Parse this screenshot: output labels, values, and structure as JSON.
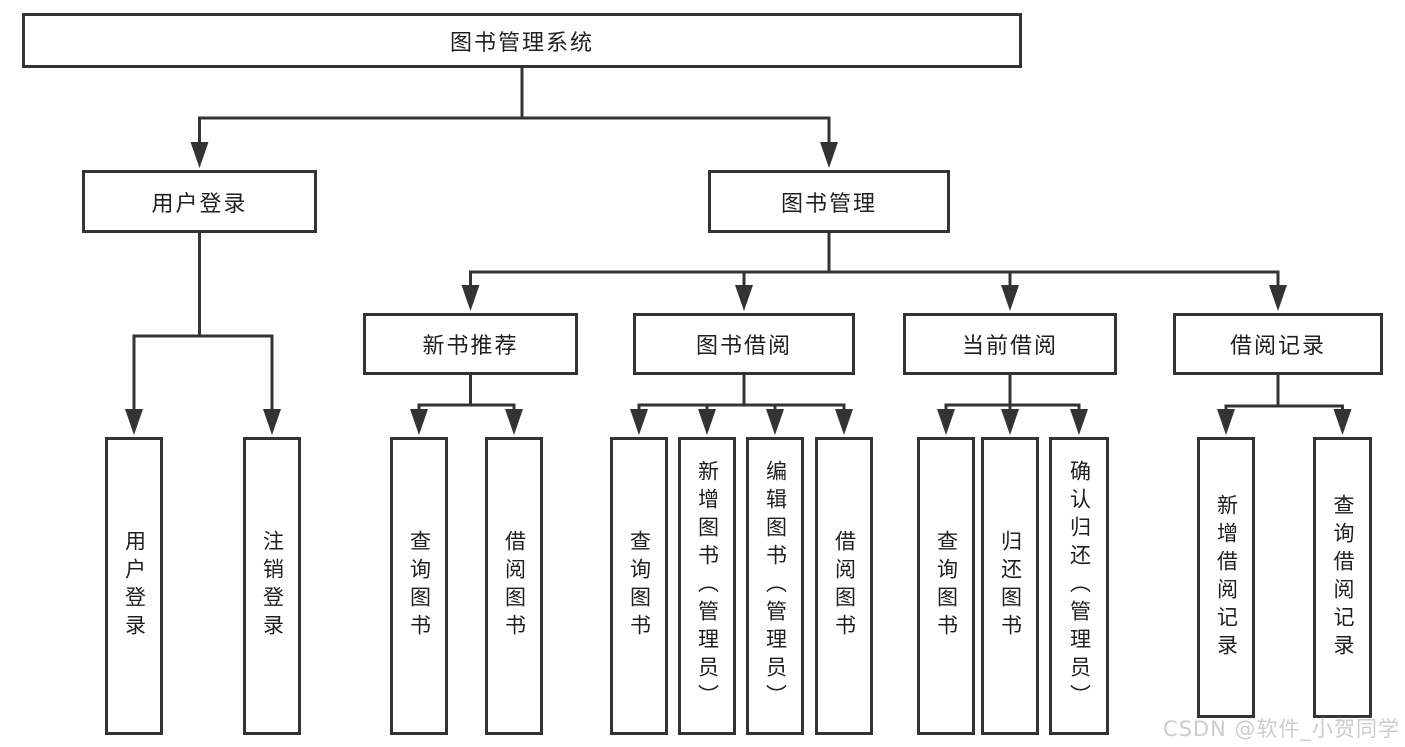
{
  "colors": {
    "line": "#333333",
    "text": "#1f1f1f",
    "background": "#ffffff",
    "watermark": "#cccccc"
  },
  "nodes": {
    "root": "图书管理系统",
    "userLogin": "用户登录",
    "bookMgmt": "图书管理",
    "newBookRec": "新书推荐",
    "bookBorrow": "图书借阅",
    "currentBorrow": "当前借阅",
    "borrowRecords": "借阅记录",
    "leafUserLogin": "用户登录",
    "leafLogout": "注销登录",
    "leafSearchBook1": "查询图书",
    "leafBorrowBook1": "借阅图书",
    "leafSearchBook2": "查询图书",
    "leafAddBook": "新增图书（管理员）",
    "leafEditBook": "编辑图书（管理员）",
    "leafBorrowBook2": "借阅图书",
    "leafSearchBook3": "查询图书",
    "leafReturnBook": "归还图书",
    "leafConfirmReturn": "确认归还（管理员）",
    "leafAddRecord": "新增借阅记录",
    "leafSearchRecord": "查询借阅记录"
  },
  "hierarchy": {
    "图书管理系统": {
      "用户登录": [
        "用户登录",
        "注销登录"
      ],
      "图书管理": {
        "新书推荐": [
          "查询图书",
          "借阅图书"
        ],
        "图书借阅": [
          "查询图书",
          "新增图书（管理员）",
          "编辑图书（管理员）",
          "借阅图书"
        ],
        "当前借阅": [
          "查询图书",
          "归还图书",
          "确认归还（管理员）"
        ],
        "借阅记录": [
          "新增借阅记录",
          "查询借阅记录"
        ]
      }
    }
  },
  "watermark": {
    "text": "CSDN @软件_小贺同学"
  }
}
